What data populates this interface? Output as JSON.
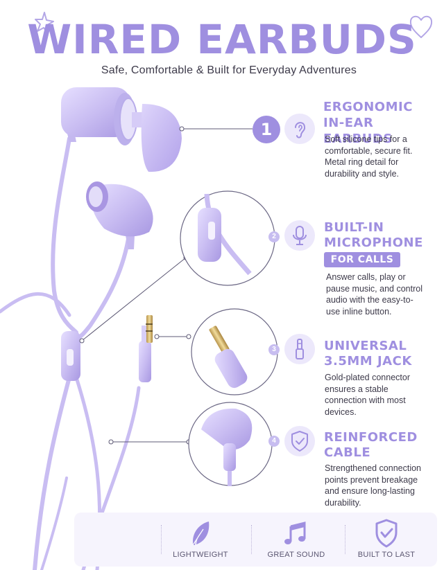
{
  "header": {
    "title": "WIRED EARBUDS",
    "subtitle": "Safe, Comfortable & Built for Everyday Adventures"
  },
  "features": [
    {
      "number": "1",
      "icon": "ear-icon",
      "title_line1": "ERGONOMIC",
      "title_line2": "IN-EAR EARBUDS",
      "body": [
        "Soft silicone tips for a",
        "comfortable, secure fit.",
        "Metal ring detail for",
        "durability and style."
      ]
    },
    {
      "number": "2",
      "icon": "microphone-icon",
      "title_line1": "BUILT-IN",
      "title_line2": "MICROPHONE",
      "tag": "FOR CALLS",
      "body": [
        "Answer calls, play or",
        "pause music, and control",
        "audio with the easy-to-",
        "use inline button."
      ]
    },
    {
      "number": "3",
      "icon": "audio-jack-icon",
      "title_line1": "UNIVERSAL",
      "title_line2": "3.5MM JACK",
      "body": [
        "Gold-plated connector",
        "ensures a stable",
        "connection with most",
        "devices."
      ]
    },
    {
      "number": "4",
      "icon": "shield-check-icon",
      "title_line1": "REINFORCED",
      "title_line2": "CABLE",
      "body": [
        "Strengthened connection",
        "points prevent breakage",
        "and ensure long-lasting",
        "durability."
      ]
    }
  ],
  "bottom_bar": [
    {
      "label": "LIGHTWEIGHT",
      "icon": "feather-icon"
    },
    {
      "label": "GREAT SOUND",
      "icon": "music-note-icon"
    },
    {
      "label": "BUILT TO LAST",
      "icon": "shield-check-icon"
    }
  ],
  "colors": {
    "accent": "#9f8fe0",
    "product": "#cfc4f2",
    "text": "#3d3a4a",
    "panel": "#f6f4fd"
  }
}
